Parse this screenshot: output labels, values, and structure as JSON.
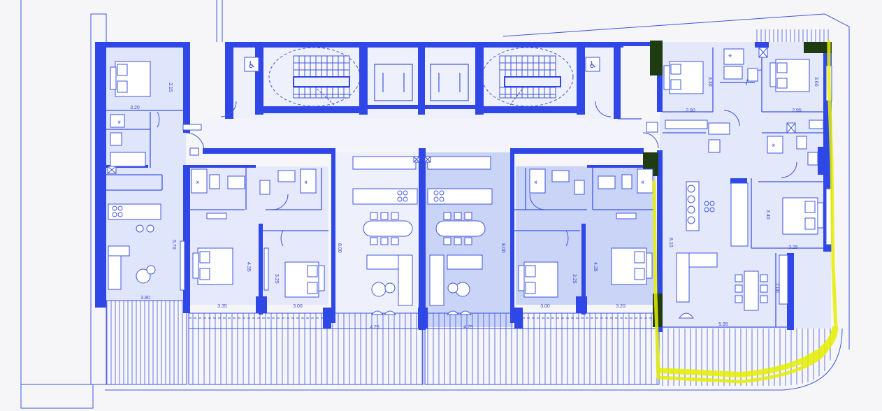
{
  "plan": {
    "colors": {
      "background": "#f6f6f9",
      "wall": "#2f47e6",
      "line": "#3f55e0",
      "fill_light": "#dfe5fb",
      "fill_mid": "#cad4f7",
      "highlight": "#e6f000",
      "dark_wall": "#1f3b12"
    },
    "dimensions": {
      "d_320": "3.20",
      "d_315": "3.15",
      "d_570": "5.70",
      "d_380": "3.80",
      "d_335": "3.35",
      "d_435a": "4.35",
      "d_325a": "3.25",
      "d_300a": "3.00",
      "d_800a": "8.00",
      "d_425a": "4.25",
      "d_425b": "4.25",
      "d_800b": "8.00",
      "d_325b": "3.25",
      "d_300b": "3.00",
      "d_435b": "4.35",
      "d_320b": "3.20",
      "d_810": "8.10",
      "d_290": "2.90",
      "d_330": "3.30",
      "d_295": "2.95",
      "d_360": "3.60",
      "d_340": "3.40",
      "d_325c": "3.25",
      "d_595": "5.95",
      "d_200": "2.00"
    },
    "icons": [
      "wheelchair-icon",
      "shower-icon",
      "cooktop-icon",
      "sink-icon",
      "washer-icon"
    ]
  }
}
